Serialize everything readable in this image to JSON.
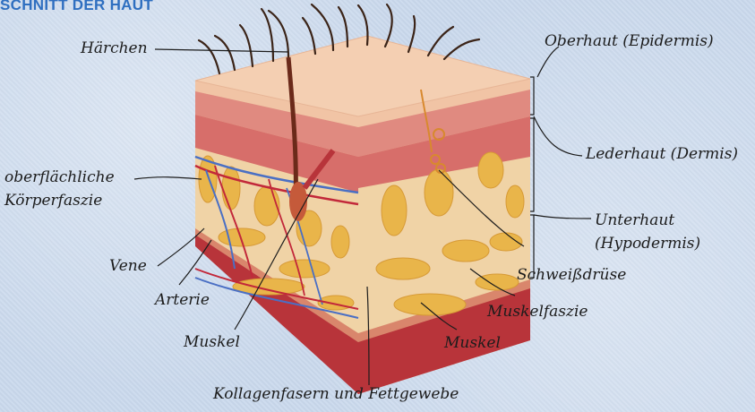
{
  "title": "SCHNITT DER HAUT",
  "labels": {
    "haerchen": "Härchen",
    "oberhaut": "Oberhaut (Epidermis)",
    "lederhaut": "Lederhaut (Dermis)",
    "koerperfaszie_1": "oberflächliche",
    "koerperfaszie_2": "Körperfaszie",
    "unterhaut_1": "Unterhaut",
    "unterhaut_2": "(Hypodermis)",
    "vene": "Vene",
    "arterie": "Arterie",
    "schweissdruese": "Schweißdrüse",
    "muskelfaszie": "Muskelfaszie",
    "muskel_left": "Muskel",
    "muskel_right": "Muskel",
    "kollagen": "Kollagenfasern und Fettgewebe"
  },
  "colors": {
    "background": "#c9d8ec",
    "title": "#2f6fc0",
    "epidermis": "#f2c7a8",
    "dermis": "#d9706f",
    "hypodermis": "#f0d3a6",
    "fat": "#e9b54a",
    "muscle": "#b8343a",
    "vein": "#4a6fc4",
    "artery": "#c2283a"
  }
}
